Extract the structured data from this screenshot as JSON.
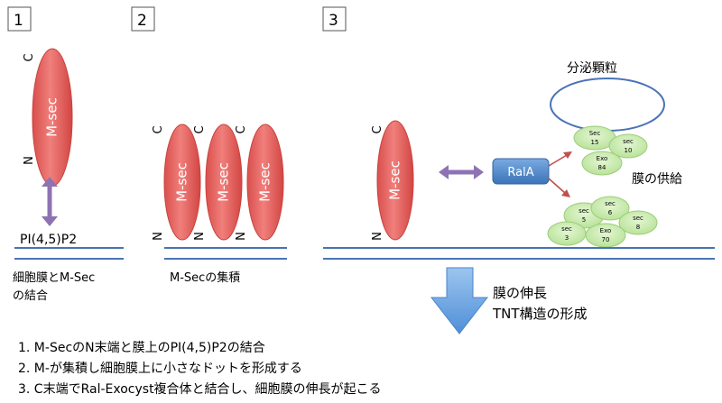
{
  "panels": [
    {
      "number": "1",
      "caption_line1": "細胞膜とM-Sec",
      "caption_line2": "の結合",
      "lipid_label": "PI(4,5)P2"
    },
    {
      "number": "2",
      "caption": "M-Secの集積"
    },
    {
      "number": "3"
    }
  ],
  "protein": {
    "name": "M-sec",
    "c_term": "C",
    "n_term": "N"
  },
  "rala_label": "RalA",
  "vesicle_label": "分泌顆粒",
  "membrane_supply_label": "膜の供給",
  "upper_complex": [
    {
      "line1": "Sec",
      "line2": "15"
    },
    {
      "line1": "sec",
      "line2": "10"
    },
    {
      "line1": "Exo",
      "line2": "84"
    }
  ],
  "lower_complex": [
    {
      "line1": "sec",
      "line2": "5"
    },
    {
      "line1": "sec",
      "line2": "6"
    },
    {
      "line1": "sec",
      "line2": "8"
    },
    {
      "line1": "sec",
      "line2": "3"
    },
    {
      "line1": "Exo",
      "line2": "70"
    }
  ],
  "result_line1": "膜の伸長",
  "result_line2": "TNT構造の形成",
  "steps": [
    "1. M-SecのN末端と膜上のPI(4,5)P2の結合",
    "2. M-が集積し細胞膜上に小さなドットを形成する",
    "3. C末端でRal-Exocyst複合体と結合し、細胞膜の伸長が起こる"
  ],
  "colors": {
    "protein_fill": "#e35d5b",
    "protein_edge": "#c9423f",
    "membrane": "#4a73b5",
    "arrow_purple": "#8e73b4",
    "rala_fill": "#4f86c6",
    "complex_fill": "#c6e9a8",
    "complex_edge": "#9ccc7a",
    "vesicle_edge": "#4a73b5",
    "red_arrow": "#c0504d",
    "down_arrow": "#6ea6e0"
  }
}
